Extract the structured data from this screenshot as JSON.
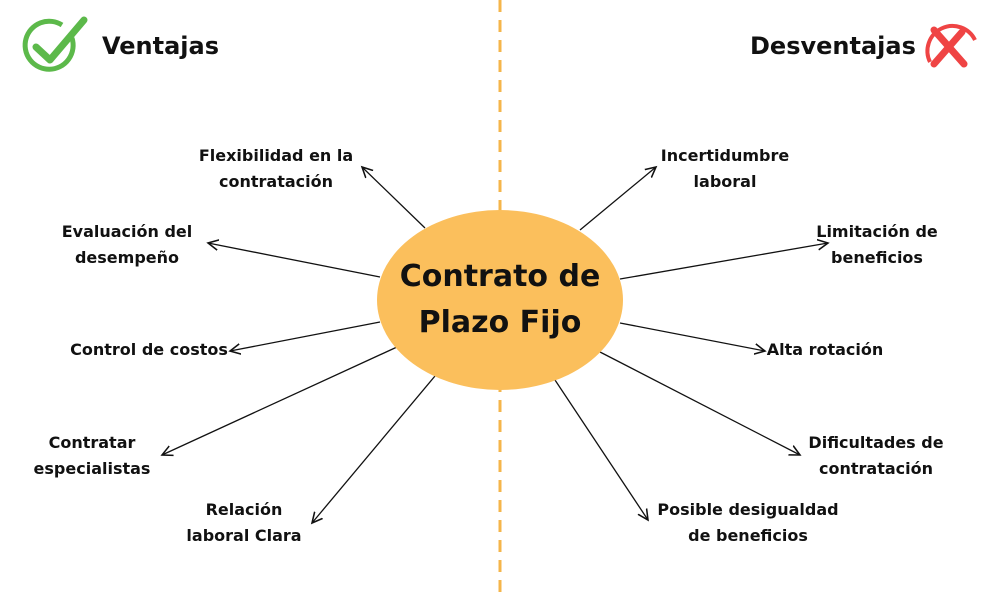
{
  "header": {
    "pros": "Ventajas",
    "cons": "Desventajas"
  },
  "center": {
    "line1": "Contrato de",
    "line2": "Plazo Fijo"
  },
  "pros": [
    {
      "l1": "Flexibilidad en la",
      "l2": "contratación"
    },
    {
      "l1": "Evaluación del",
      "l2": "desempeño"
    },
    {
      "l1": "Control de costos",
      "l2": ""
    },
    {
      "l1": "Contratar",
      "l2": "especialistas"
    },
    {
      "l1": "Relación",
      "l2": "laboral Clara"
    }
  ],
  "cons": [
    {
      "l1": "Incertidumbre",
      "l2": "laboral"
    },
    {
      "l1": "Limitación de",
      "l2": "beneficios"
    },
    {
      "l1": "Alta rotación",
      "l2": ""
    },
    {
      "l1": "Dificultades de",
      "l2": "contratación"
    },
    {
      "l1": "Posible desigualdad",
      "l2": "de beneficios"
    }
  ],
  "colors": {
    "accent": "#fbbf5c",
    "divider": "#f5b54a",
    "check": "#5cb94a",
    "cross": "#ef4444"
  }
}
